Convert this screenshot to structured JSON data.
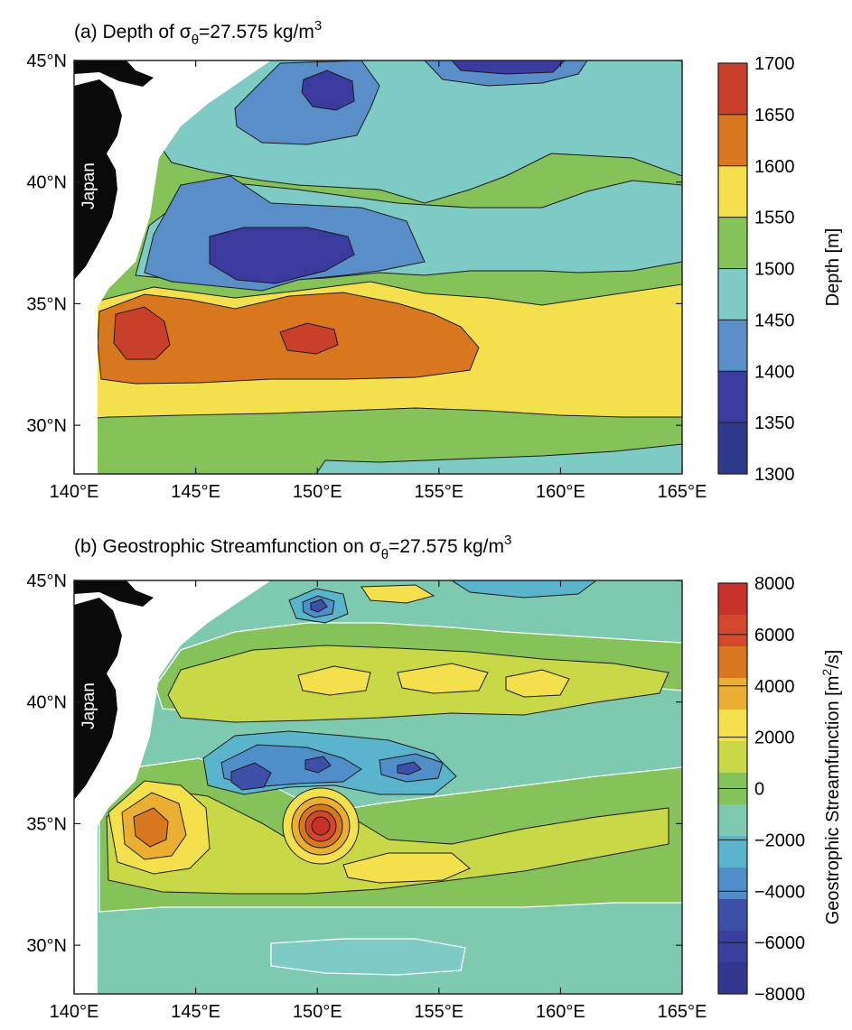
{
  "panel_a": {
    "title_prefix": "(a) Depth of σ",
    "title_sub": "θ",
    "title_suffix": "=27.575 kg/m",
    "title_sup": "3",
    "land_label": "Japan",
    "x_ticks": [
      "140°E",
      "145°E",
      "150°E",
      "155°E",
      "160°E",
      "165°E"
    ],
    "y_ticks": [
      "45°N",
      "40°N",
      "35°N",
      "30°N"
    ],
    "colorbar": {
      "label": "Depth [m]",
      "ticks": [
        "1700",
        "1650",
        "1600",
        "1550",
        "1500",
        "1450",
        "1400",
        "1350",
        "1300"
      ],
      "colors": [
        "#c8402a",
        "#d9771f",
        "#f3e04c",
        "#86c25a",
        "#7ecac4",
        "#5a8ec8",
        "#3b3a9e",
        "#2e3a8c"
      ]
    }
  },
  "panel_b": {
    "title_prefix": "(b) Geostrophic Streamfunction on σ",
    "title_sub": "θ",
    "title_suffix": "=27.575 kg/m",
    "title_sup": "3",
    "land_label": "Japan",
    "x_ticks": [
      "140°E",
      "145°E",
      "150°E",
      "155°E",
      "160°E",
      "165°E"
    ],
    "y_ticks": [
      "45°N",
      "40°N",
      "35°N",
      "30°N"
    ],
    "colorbar": {
      "label": "Geostrophic Streamfunction [m",
      "label_sup": "2",
      "label_suffix": "/s]",
      "ticks": [
        "8000",
        "6000",
        "4000",
        "2000",
        "0",
        "−2000",
        "−4000",
        "−6000",
        "−8000"
      ],
      "colors": [
        "#c8302a",
        "#d2482a",
        "#d9771f",
        "#e9ae32",
        "#f3e04c",
        "#c8d846",
        "#86c25a",
        "#7ecab0",
        "#5ab4cc",
        "#4f8ec8",
        "#3d4fa6",
        "#3a3fa0",
        "#34378f"
      ]
    }
  },
  "chart_data": [
    {
      "type": "heatmap",
      "title": "(a) Depth of σθ=27.575 kg/m3",
      "xlim": [
        140,
        165
      ],
      "ylim": [
        28,
        45
      ],
      "colorbar_label": "Depth [m]",
      "colorbar_range": [
        1300,
        1700
      ],
      "levels": [
        1300,
        1350,
        1400,
        1450,
        1500,
        1550,
        1600,
        1650,
        1700
      ],
      "features": [
        {
          "value_range": [
            1650,
            1700
          ],
          "lon": 142.8,
          "lat": 33.5
        },
        {
          "value_range": [
            1650,
            1700
          ],
          "lon": 149.8,
          "lat": 33.6
        },
        {
          "value_range": [
            1300,
            1400
          ],
          "lon": 148.5,
          "lat": 37.2
        },
        {
          "value_range": [
            1300,
            1400
          ],
          "lon": 150,
          "lat": 44
        }
      ]
    },
    {
      "type": "heatmap",
      "title": "(b) Geostrophic Streamfunction on σθ=27.575 kg/m3",
      "xlim": [
        140,
        165
      ],
      "ylim": [
        28,
        45
      ],
      "colorbar_label": "Geostrophic Streamfunction [m2/s]",
      "colorbar_range": [
        -8000,
        8000
      ],
      "levels": [
        -8000,
        -6000,
        -4000,
        -2000,
        0,
        2000,
        4000,
        6000,
        8000
      ],
      "features": [
        {
          "value_range": [
            6000,
            8000
          ],
          "lon": 150.2,
          "lat": 34.9
        },
        {
          "value_range": [
            3000,
            5000
          ],
          "lon": 143.3,
          "lat": 34.2
        },
        {
          "value_range": [
            -6000,
            -4000
          ],
          "lon": 147.3,
          "lat": 36.3
        },
        {
          "value_range": [
            -4000,
            -2000
          ],
          "lon": 152.3,
          "lat": 37.1
        },
        {
          "value_range": [
            -6000,
            -4000
          ],
          "lon": 150.2,
          "lat": 44.1
        }
      ]
    }
  ]
}
